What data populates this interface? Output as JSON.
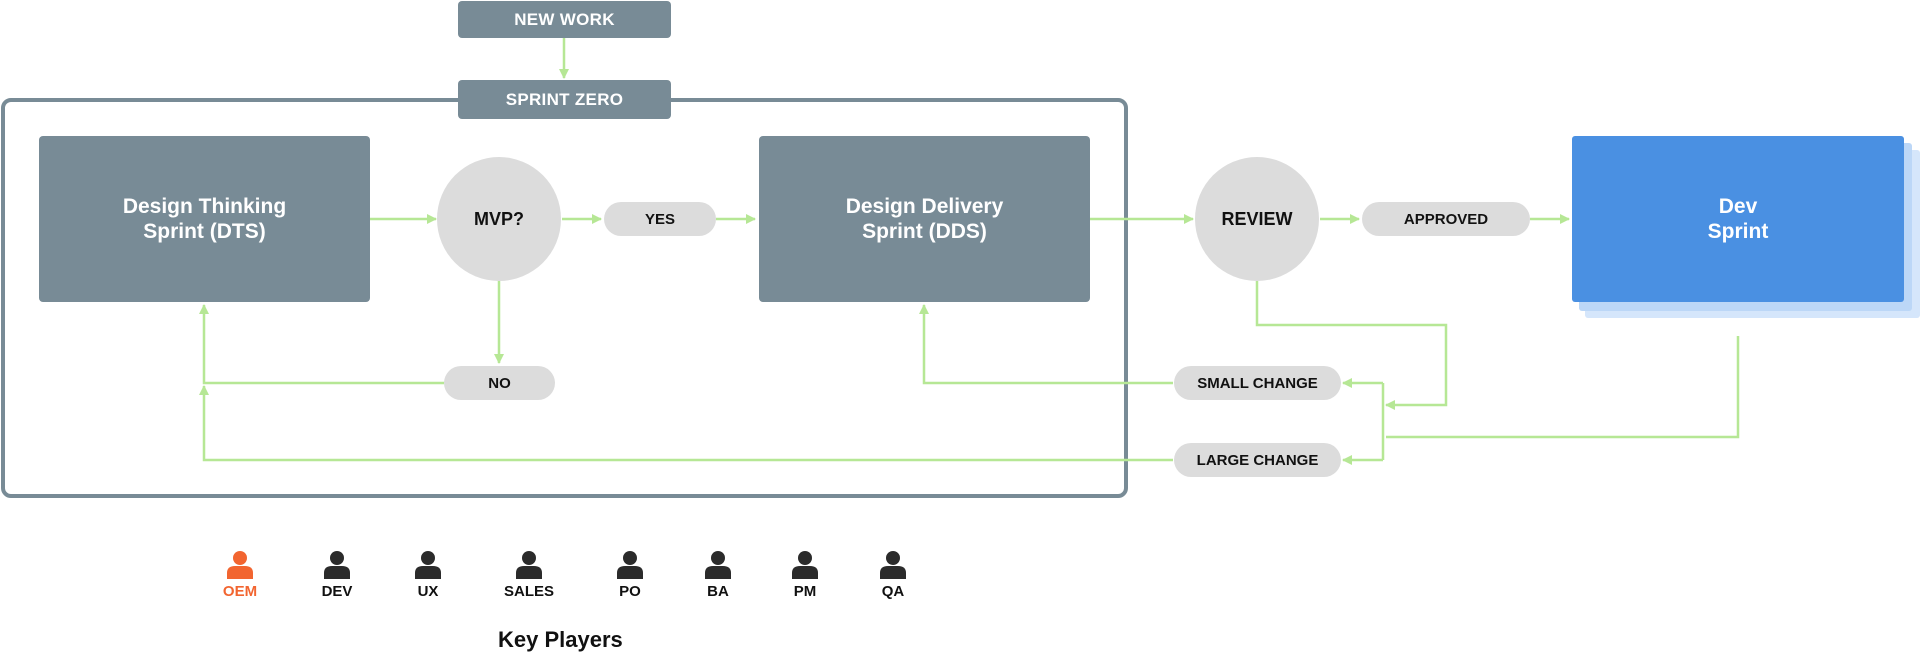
{
  "colors": {
    "slate": "#788b96",
    "connector": "#b6e795",
    "decision_fill": "#dcdcdc",
    "dev_sprint": "#4a90e2",
    "highlight_player": "#f26530",
    "player": "#2b2b2b"
  },
  "nodes": {
    "new_work": "NEW WORK",
    "sprint_zero": "SPRINT ZERO",
    "dts": "Design Thinking\nSprint (DTS)",
    "mvp": "MVP?",
    "yes": "YES",
    "no": "NO",
    "dds": "Design Delivery\nSprint (DDS)",
    "review": "REVIEW",
    "approved": "APPROVED",
    "dev_sprint": "Dev\nSprint",
    "small_change": "SMALL CHANGE",
    "large_change": "LARGE CHANGE"
  },
  "key_players": {
    "title": "Key Players",
    "players": [
      {
        "label": "OEM",
        "icon": "person-icon",
        "highlighted": true
      },
      {
        "label": "DEV",
        "icon": "person-icon",
        "highlighted": false
      },
      {
        "label": "UX",
        "icon": "person-icon",
        "highlighted": false
      },
      {
        "label": "SALES",
        "icon": "person-icon",
        "highlighted": false
      },
      {
        "label": "PO",
        "icon": "person-icon",
        "highlighted": false
      },
      {
        "label": "BA",
        "icon": "person-icon",
        "highlighted": false
      },
      {
        "label": "PM",
        "icon": "person-icon",
        "highlighted": false
      },
      {
        "label": "QA",
        "icon": "person-icon",
        "highlighted": false
      }
    ]
  }
}
